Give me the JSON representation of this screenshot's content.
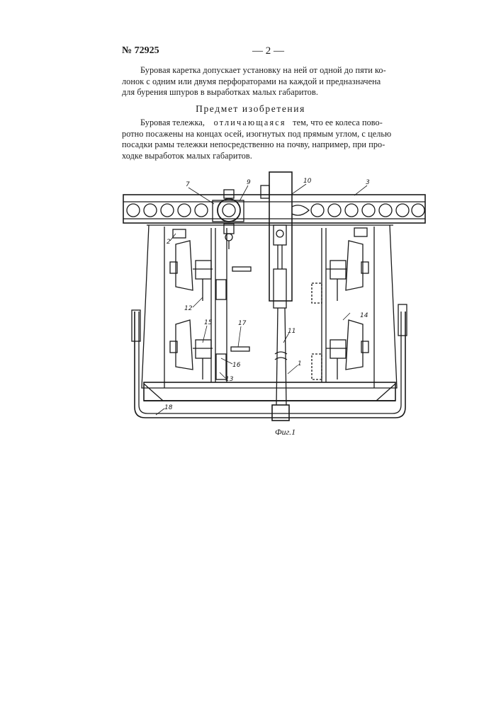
{
  "header": {
    "patent_number": "№ 72925",
    "page_number": "— 2 —"
  },
  "intro": {
    "line1": "Буровая каретка допускает установку на ней от одной до пяти ко-",
    "line2": "лонок с одним или двумя перфораторами на каждой и предназначена",
    "line3": "для бурения шпуров в выработках малых габаритов."
  },
  "heading": "Предмет изобретения",
  "claim": {
    "line1_a": "Буровая тележка,",
    "line1_b": "отличающаяся",
    "line1_c": "тем, что ее колеса пово-",
    "line2": "ротно посажены на концах осей, изогнутых под прямым углом, с целью",
    "line3": "посадки рамы тележки непосредственно на почву, например, при про-",
    "line4": "ходке выработок малых габаритов."
  },
  "figure": {
    "caption": "Фиг.1",
    "labels": {
      "l1": "1",
      "l2": "2",
      "l3": "3",
      "l7": "7",
      "l9": "9",
      "l10": "10",
      "l11": "11",
      "l12": "12",
      "l13": "13",
      "l14": "14",
      "l15": "15",
      "l16": "16",
      "l17": "17",
      "l18": "18"
    }
  }
}
